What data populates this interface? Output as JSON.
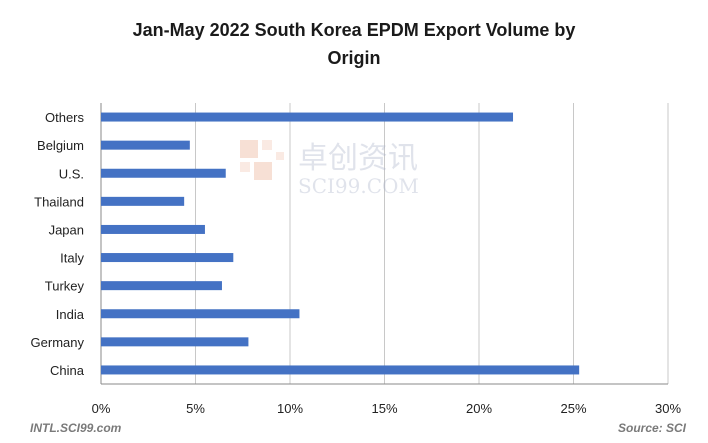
{
  "chart_data": {
    "type": "bar",
    "orientation": "horizontal",
    "title_line1": "Jan-May 2022 South Korea EPDM Export Volume by",
    "title_line2": "Origin",
    "categories": [
      "Others",
      "Belgium",
      "U.S.",
      "Thailand",
      "Japan",
      "Italy",
      "Turkey",
      "India",
      "Germany",
      "China"
    ],
    "values": [
      21.8,
      4.7,
      6.6,
      4.4,
      5.5,
      7.0,
      6.4,
      10.5,
      7.8,
      25.3
    ],
    "xlim": [
      0,
      30
    ],
    "xticks": [
      "0%",
      "5%",
      "10%",
      "15%",
      "20%",
      "25%",
      "30%"
    ],
    "xtick_values": [
      0,
      5,
      10,
      15,
      20,
      25,
      30
    ],
    "grid": true,
    "bar_color": "#4472c4",
    "grid_color": "#c8c8c8"
  },
  "watermark": {
    "cn": "卓创资讯",
    "en": "SCI99.COM"
  },
  "footer": {
    "left": "INTL.SCI99.com",
    "right": "Source: SCI"
  }
}
